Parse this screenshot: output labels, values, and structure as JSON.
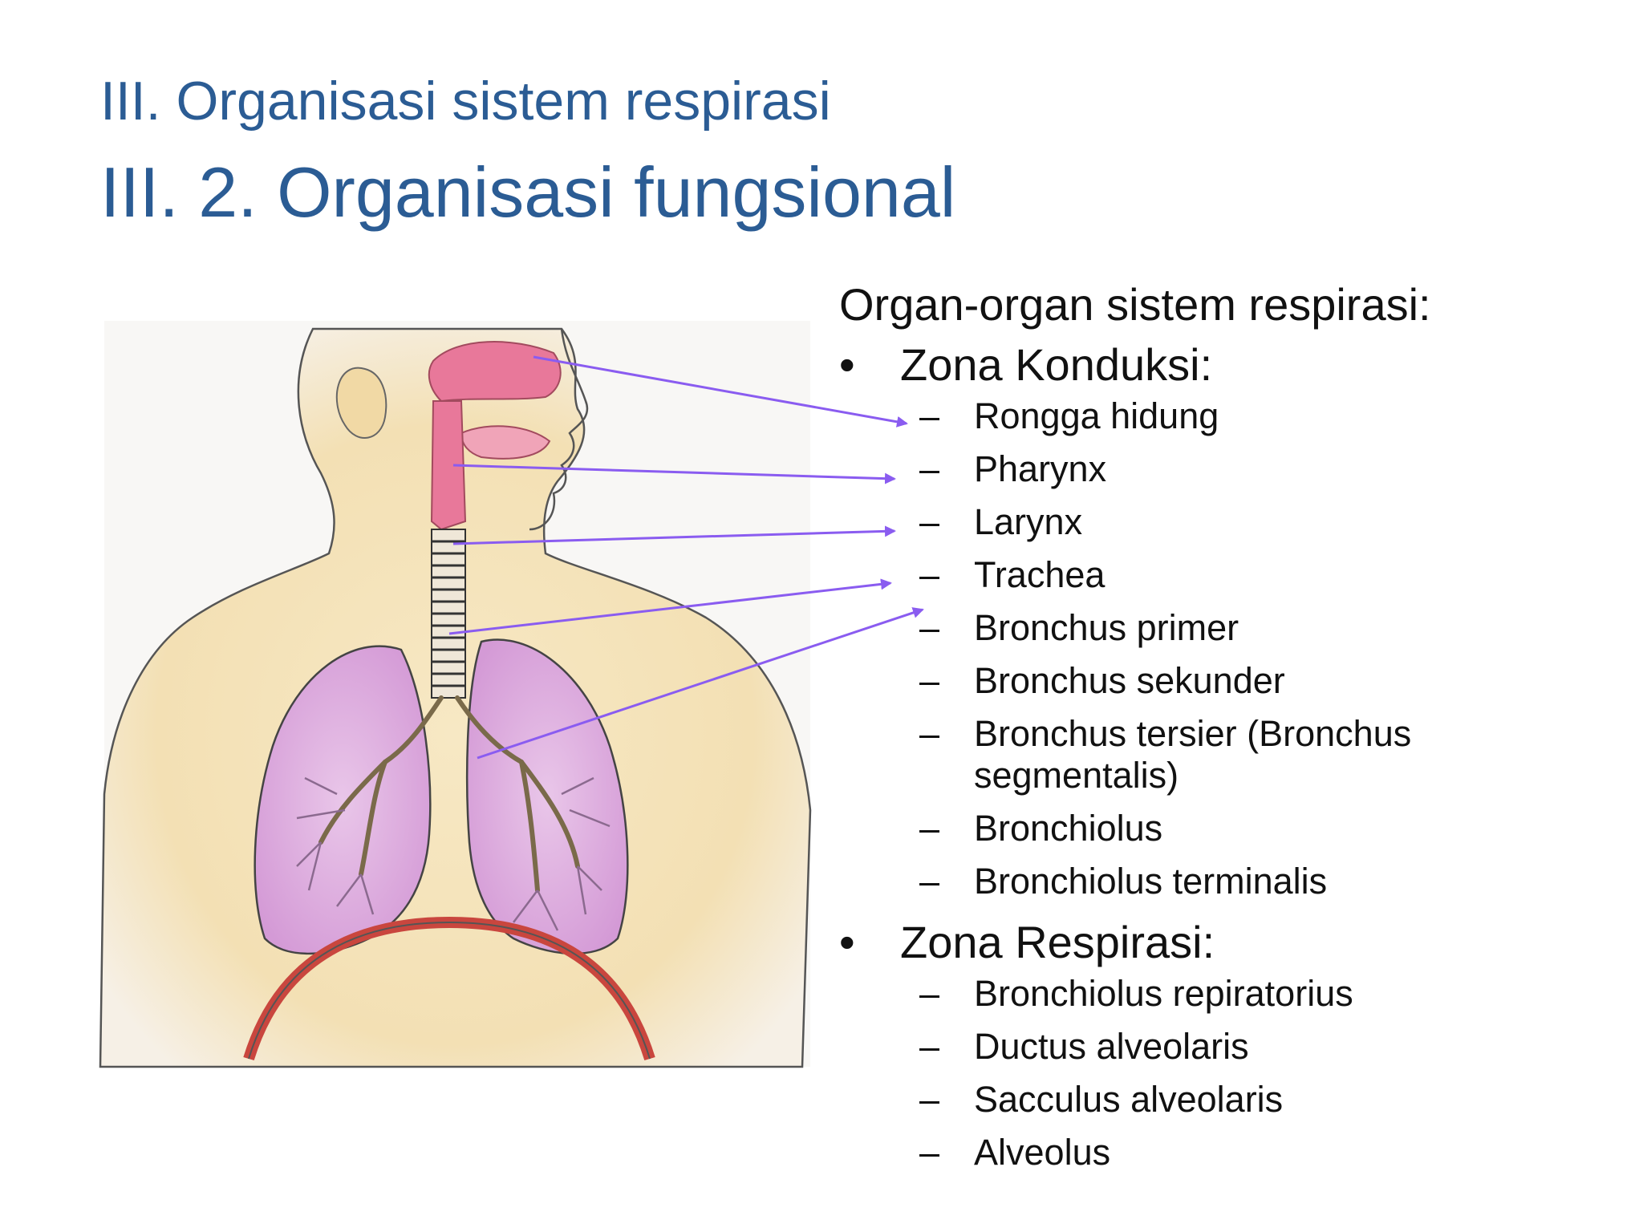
{
  "title": {
    "line1": "III. Organisasi sistem respirasi",
    "line2": "III. 2. Organisasi fungsional"
  },
  "content": {
    "intro": "Organ-organ sistem respirasi:",
    "zones": [
      {
        "label": "Zona Konduksi:",
        "items": [
          "Rongga hidung",
          "Pharynx",
          "Larynx",
          "Trachea",
          "Bronchus primer",
          "Bronchus sekunder",
          "Bronchus tersier (Bronchus segmentalis)",
          "Bronchiolus",
          "Bronchiolus terminalis"
        ]
      },
      {
        "label": "Zona Respirasi:",
        "items": [
          "Bronchiolus repiratorius",
          "Ductus alveolaris",
          "Sacculus alveolaris",
          "Alveolus"
        ]
      }
    ],
    "bullet_symbol": "•",
    "dash_symbol": "–"
  },
  "colors": {
    "title": "#2b5c94",
    "arrow": "#8a5cf0",
    "skin": "#f3dfae",
    "lung": "#d9a6d9",
    "airway": "#e8789a",
    "diaphragm": "#c9463e"
  }
}
